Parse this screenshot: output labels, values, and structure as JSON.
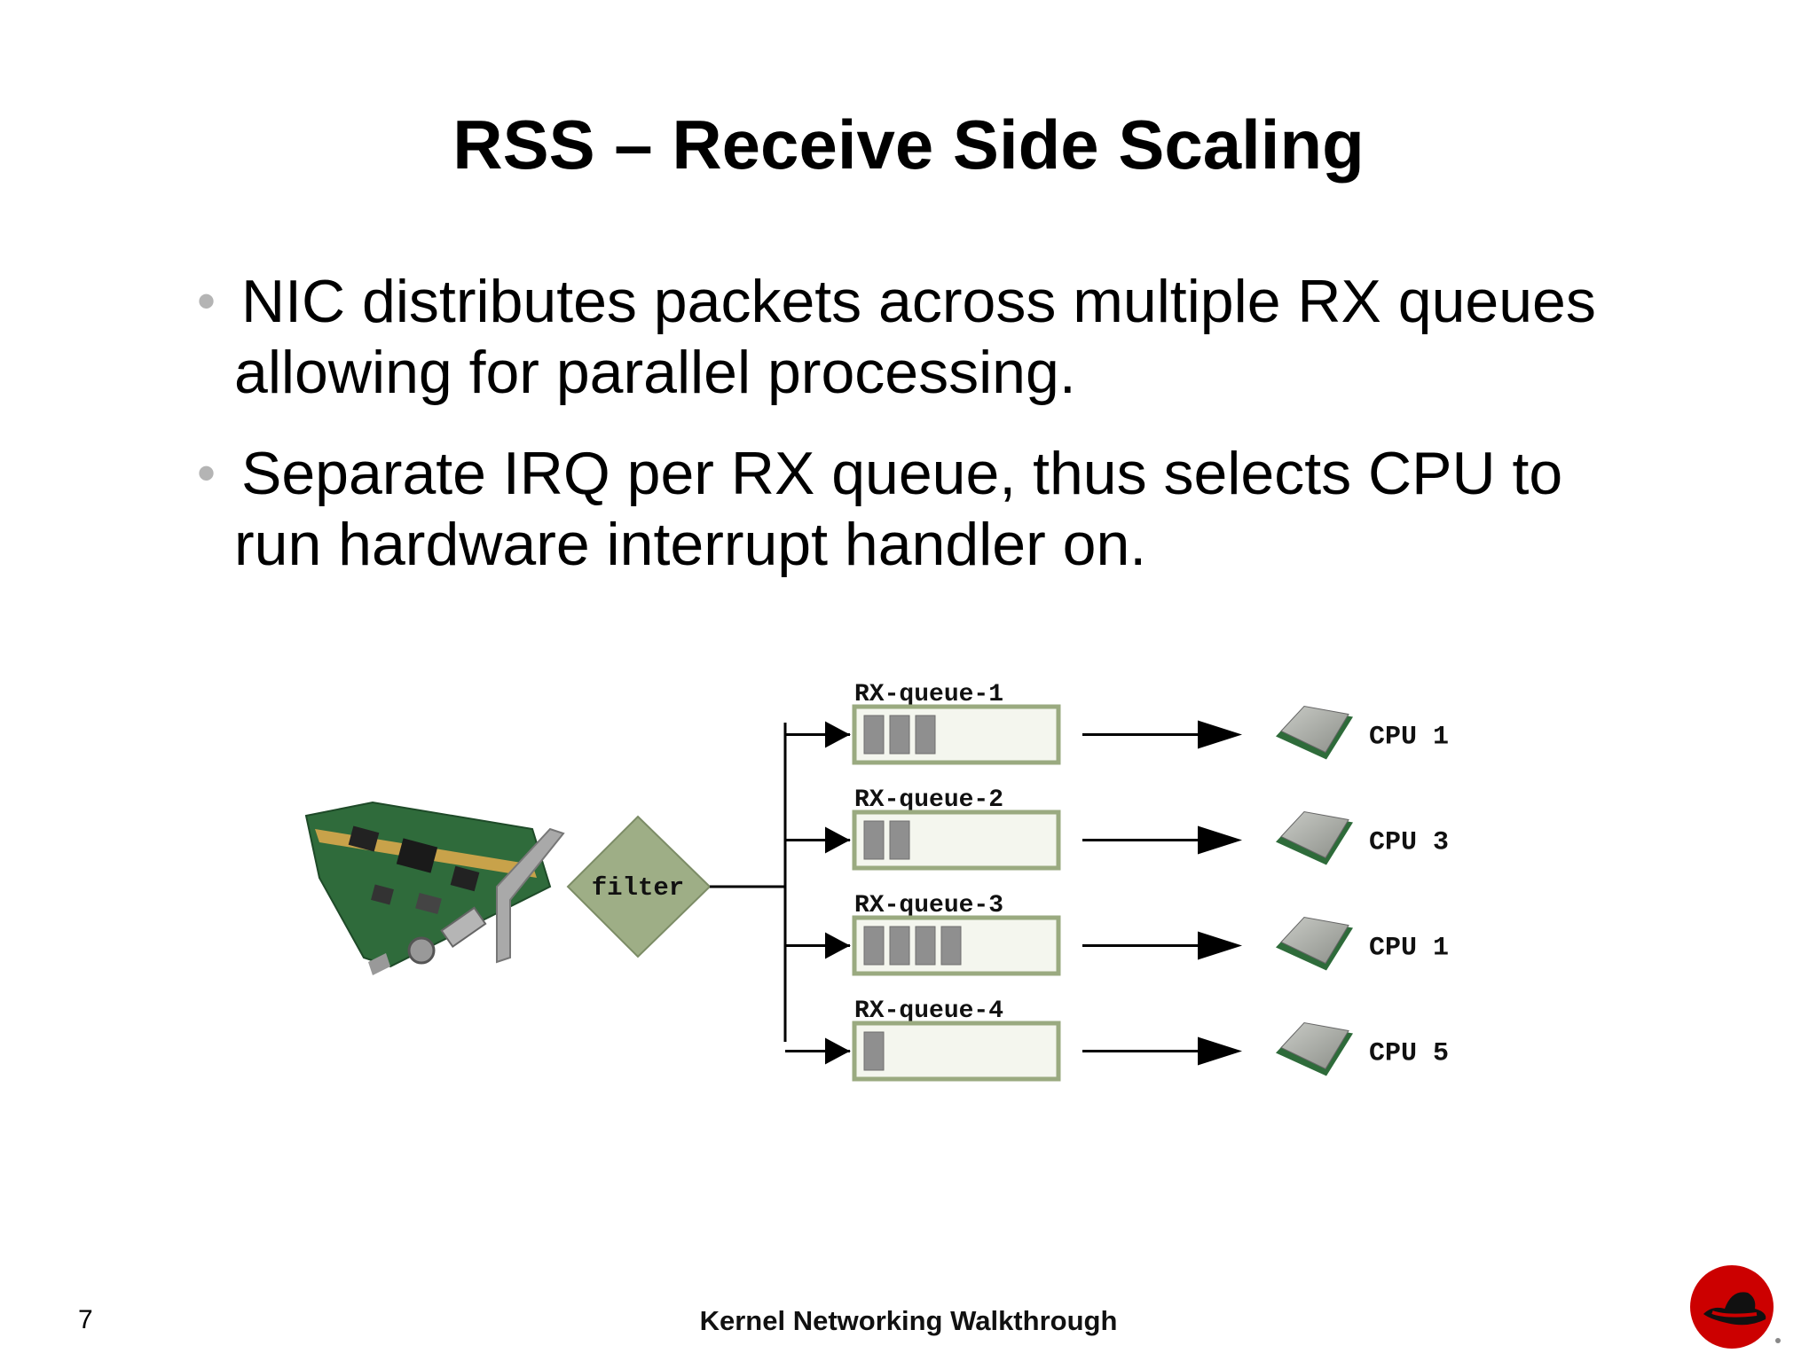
{
  "slide": {
    "title": "RSS – Receive Side Scaling",
    "bullets": [
      {
        "line1": "NIC distributes packets across multiple RX queues",
        "line2": "allowing for parallel processing."
      },
      {
        "line1": "Separate IRQ per RX queue, thus selects CPU to",
        "line2": "run hardware interrupt handler on."
      }
    ],
    "footer": {
      "page_number": "7",
      "title": "Kernel Networking Walkthrough"
    },
    "logo_icon": "red-hat-logo-icon"
  },
  "diagram": {
    "nic_icon": "network-card-icon",
    "filter_label": "filter",
    "colors": {
      "filter_fill": "#9eae86",
      "queue_border": "#9aaa80",
      "queue_fill": "#f4f6ee",
      "packet_fill": "#8f8f8f"
    },
    "queues": [
      {
        "label": "RX-queue-1",
        "packets": 3,
        "cpu": "CPU 1"
      },
      {
        "label": "RX-queue-2",
        "packets": 2,
        "cpu": "CPU 3"
      },
      {
        "label": "RX-queue-3",
        "packets": 4,
        "cpu": "CPU 1"
      },
      {
        "label": "RX-queue-4",
        "packets": 1,
        "cpu": "CPU 5"
      }
    ],
    "cpu_icon": "cpu-chip-icon"
  }
}
